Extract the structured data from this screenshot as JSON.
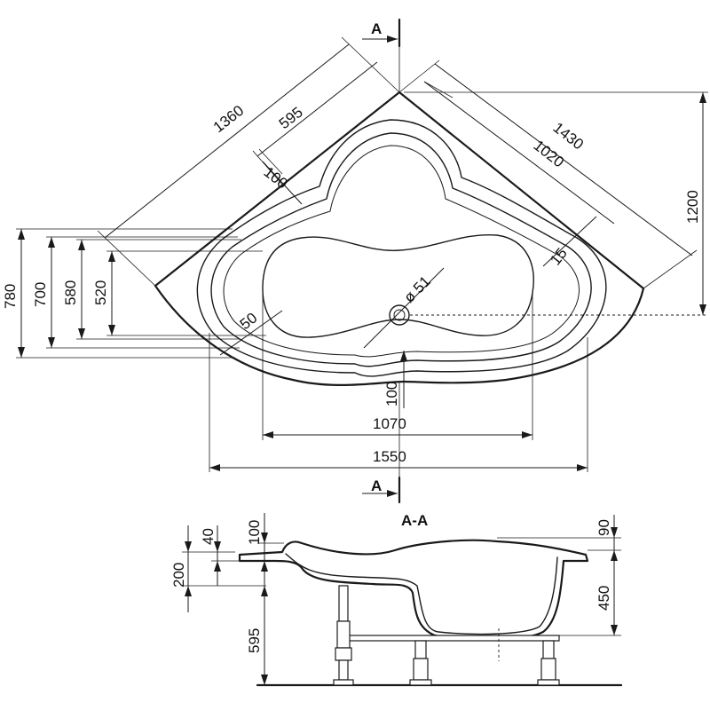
{
  "plan": {
    "section_marker": "A",
    "dims": {
      "d1360": "1360",
      "d595": "595",
      "d100_diag": "100",
      "d1430": "1430",
      "d1020": "1020",
      "d15": "15",
      "d1200": "1200",
      "d780": "780",
      "d700": "700",
      "d580": "580",
      "d520": "520",
      "d50": "50",
      "d51": "ø 51",
      "d100_vert": "100",
      "d1070": "1070",
      "d1550": "1550"
    }
  },
  "section": {
    "title": "A-A",
    "dims": {
      "d100": "100",
      "d40": "40",
      "d200": "200",
      "d595": "595",
      "d90": "90",
      "d450": "450"
    }
  }
}
